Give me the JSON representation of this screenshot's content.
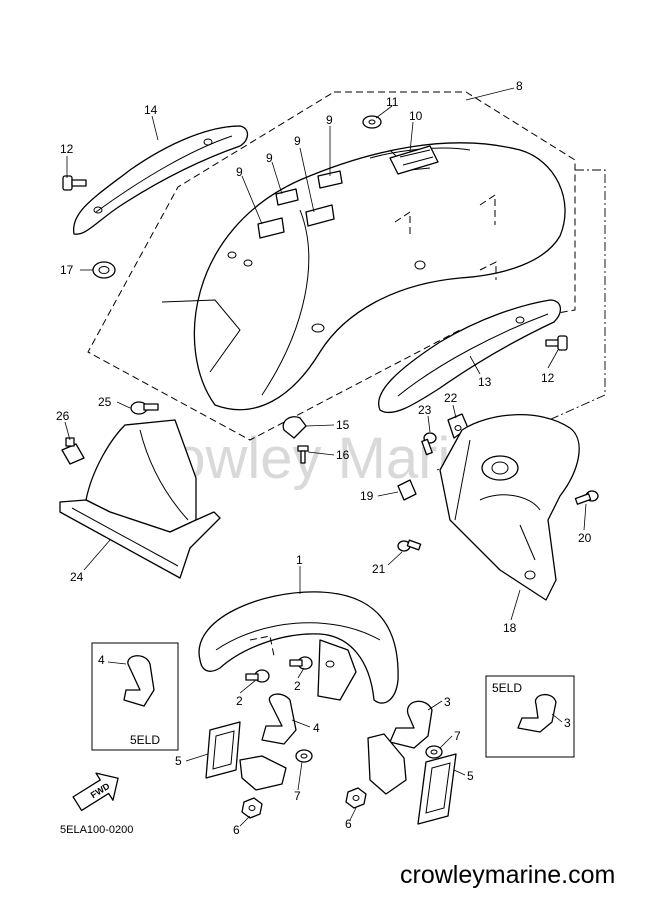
{
  "diagram": {
    "watermark": "Crowley Marine",
    "footer_text": "crowleymarine.com",
    "code": "5ELA100-0200",
    "fwd_label": "FWD",
    "inset_label_left": "5ELD",
    "inset_label_right": "5ELD",
    "callouts": [
      {
        "id": "c8",
        "text": "8"
      },
      {
        "id": "c11",
        "text": "11"
      },
      {
        "id": "c10",
        "text": "10"
      },
      {
        "id": "c14",
        "text": "14"
      },
      {
        "id": "c12a",
        "text": "12"
      },
      {
        "id": "c9a",
        "text": "9"
      },
      {
        "id": "c9b",
        "text": "9"
      },
      {
        "id": "c9c",
        "text": "9"
      },
      {
        "id": "c9d",
        "text": "9"
      },
      {
        "id": "c17",
        "text": "17"
      },
      {
        "id": "c12b",
        "text": "12"
      },
      {
        "id": "c13",
        "text": "13"
      },
      {
        "id": "c22",
        "text": "22"
      },
      {
        "id": "c23",
        "text": "23"
      },
      {
        "id": "c25",
        "text": "25"
      },
      {
        "id": "c26",
        "text": "26"
      },
      {
        "id": "c15",
        "text": "15"
      },
      {
        "id": "c16",
        "text": "16"
      },
      {
        "id": "c19",
        "text": "19"
      },
      {
        "id": "c20",
        "text": "20"
      },
      {
        "id": "c21",
        "text": "21"
      },
      {
        "id": "c24",
        "text": "24"
      },
      {
        "id": "c18",
        "text": "18"
      },
      {
        "id": "c1",
        "text": "1"
      },
      {
        "id": "c4a",
        "text": "4"
      },
      {
        "id": "c2a",
        "text": "2"
      },
      {
        "id": "c2b",
        "text": "2"
      },
      {
        "id": "c3a",
        "text": "3"
      },
      {
        "id": "c4b",
        "text": "4"
      },
      {
        "id": "c7a",
        "text": "7"
      },
      {
        "id": "c7b",
        "text": "7"
      },
      {
        "id": "c5a",
        "text": "5"
      },
      {
        "id": "c5b",
        "text": "5"
      },
      {
        "id": "c3b",
        "text": "3"
      },
      {
        "id": "c6a",
        "text": "6"
      },
      {
        "id": "c6b",
        "text": "6"
      }
    ]
  }
}
